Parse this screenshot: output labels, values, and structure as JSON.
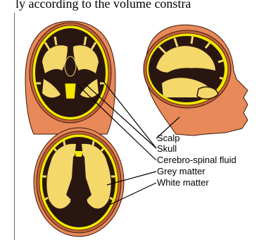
{
  "caption": "ly according to the volume constra",
  "labels": [
    "Scalp",
    "Skull",
    "Cerebro-spinal fluid",
    "Grey matter",
    "White matter"
  ],
  "colors": {
    "scalp": "#e8895a",
    "skull": "#c4613a",
    "csf": "#f2e800",
    "grey": "#2a1610",
    "white": "#f4d86a",
    "outline": "#3a1a0a"
  }
}
